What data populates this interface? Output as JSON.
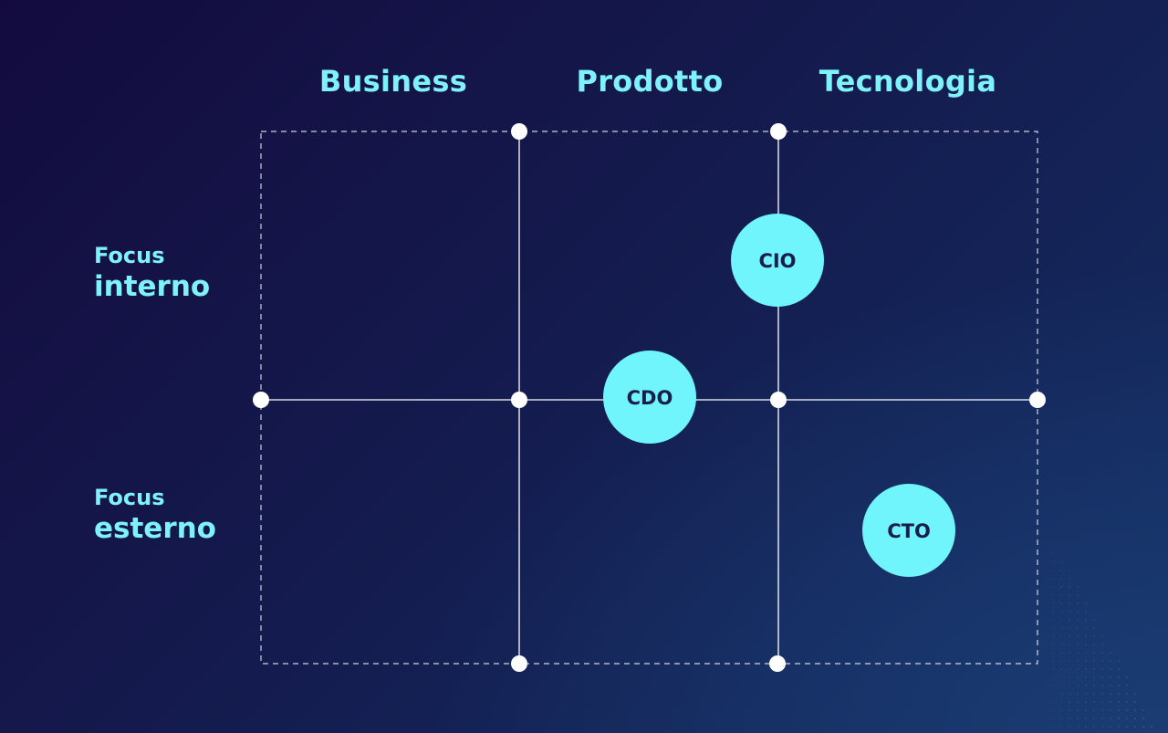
{
  "columns": [
    "Business",
    "Prodotto",
    "Tecnologia"
  ],
  "rows": [
    {
      "small": "Focus",
      "big": "interno"
    },
    {
      "small": "Focus",
      "big": "esterno"
    }
  ],
  "nodes": [
    {
      "label": "CIO"
    },
    {
      "label": "CDO"
    },
    {
      "label": "CTO"
    }
  ],
  "colors": {
    "accent": "#7ef2f8",
    "node_fill": "#6ff5fb",
    "node_text": "#1a1d4a",
    "line": "#ffffff"
  }
}
